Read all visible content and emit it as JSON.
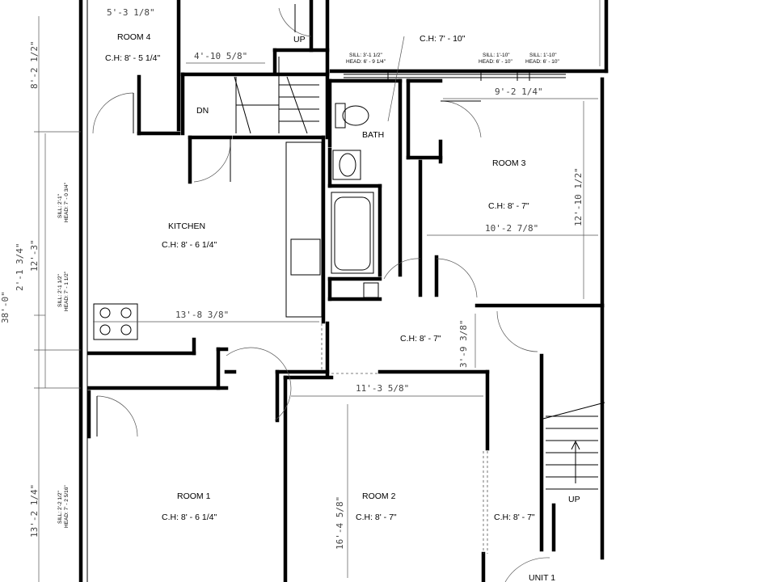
{
  "rooms": {
    "room4": {
      "name": "ROOM 4",
      "ch": "C.H: 8' - 5 1/4\""
    },
    "kitchen": {
      "name": "KITCHEN",
      "ch": "C.H: 8' - 6 1/4\""
    },
    "bath": {
      "name": "BATH",
      "ch": "C.H: 7' - 10\""
    },
    "room3": {
      "name": "ROOM 3",
      "ch": "C.H: 8' - 7\""
    },
    "hall": {
      "ch": "C.H: 8' - 7\""
    },
    "room1": {
      "name": "ROOM 1",
      "ch": "C.H: 8' - 6 1/4\""
    },
    "room2": {
      "name": "ROOM 2",
      "ch": "C.H: 8' - 7\""
    },
    "stairhall": {
      "ch": "C.H: 8' - 7\""
    },
    "unit": {
      "name": "UNIT 1"
    }
  },
  "stairs": {
    "up_top": "UP",
    "dn": "DN",
    "up_right": "UP"
  },
  "dimensions": {
    "d_5_3": "5'-3 1/8\"",
    "d_4_10": "4'-10 5/8\"",
    "d_9_2": "9'-2 1/4\"",
    "d_10_2": "10'-2 7/8\"",
    "d_12_10": "12'-10 1/2\"",
    "d_13_8": "13'-8 3/8\"",
    "d_11_3": "11'-3 5/8\"",
    "d_3_9": "3'-9 3/8\"",
    "d_16_4": "16'-4 5/8\"",
    "d_8_2": "8'-2 1/2\"",
    "d_12_3": "12'-3\"",
    "d_2_1": "2'-1 3/4\"",
    "d_38": "38'-0\"",
    "d_13_2": "13'-2 1/4\""
  },
  "windows": {
    "bath_sill": "SILL: 3'-1 1/2\"",
    "bath_head": "HEAD: 6' - 9 1/4\"",
    "r3_sill_a": "SILL: 1'-10\"",
    "r3_head_a": "HEAD: 6' - 10\"",
    "r3_sill_b": "SILL: 1'-10\"",
    "r3_head_b": "HEAD: 6' - 10\"",
    "k_sill": "SILL: 2'-1\"",
    "k_head": "HEAD: 7' - 0 3/4\"",
    "k2_sill": "SILL: 2'-1 1/2\"",
    "k2_head": "HEAD: 7' - 1 1/2\"",
    "r1_sill": "SILL: 2'-2 1/2\"",
    "r1_head": "HEAD: 7' - 2 5/16\""
  }
}
